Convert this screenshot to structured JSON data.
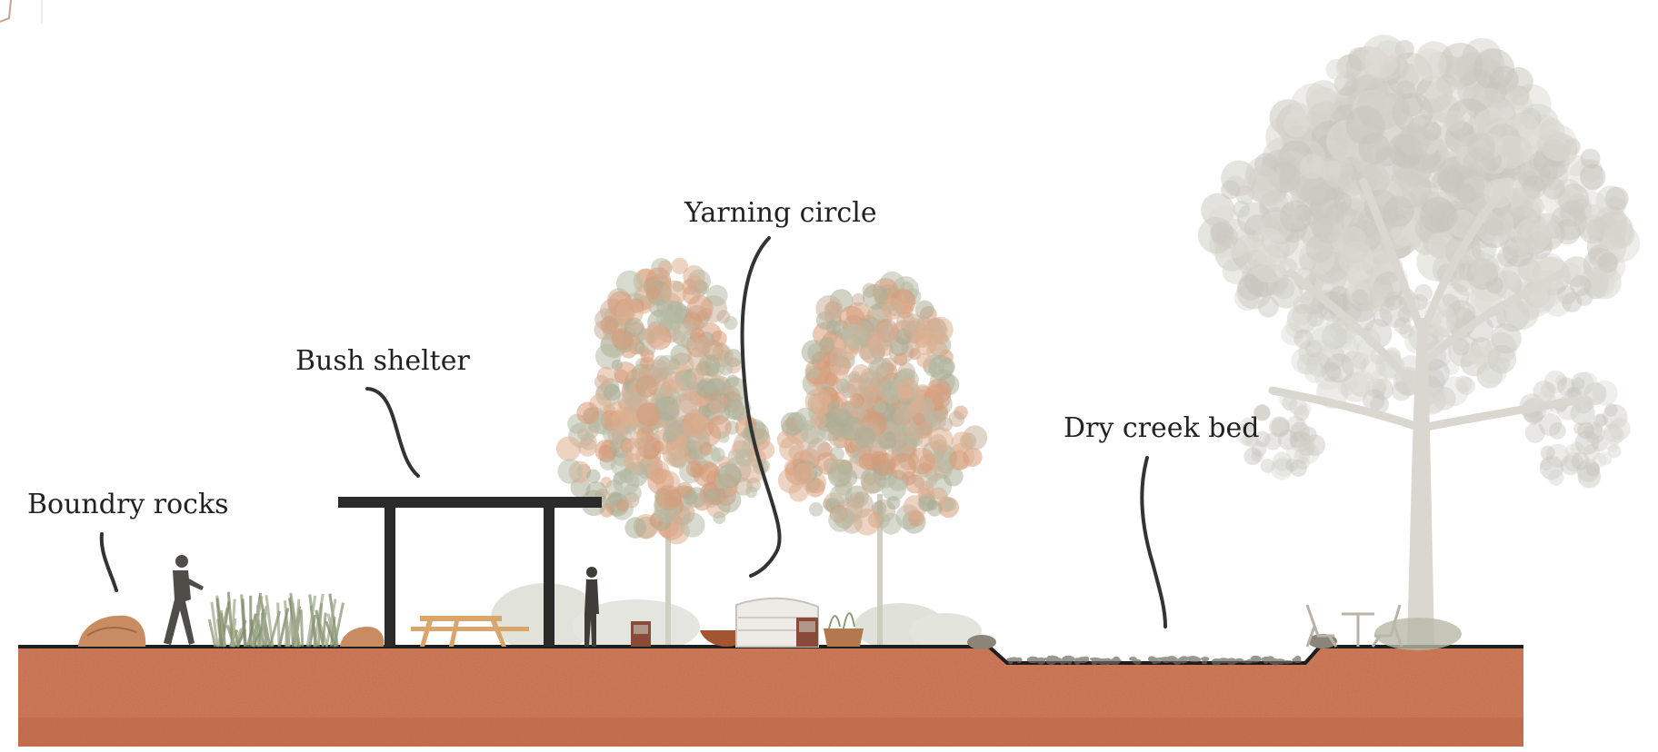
{
  "labels": {
    "boundary_rocks": "Boundry rocks",
    "bush_shelter": "Bush shelter",
    "yarning_circle": "Yarning circle",
    "dry_creek_bed": "Dry creek bed"
  },
  "colors": {
    "soil": "#c96f4c",
    "soil_dark": "#b85f3f",
    "ground_line": "#1e1e1e",
    "shelter": "#2a2a2a",
    "gum_tree": "#c8c6bd",
    "foliage_orange": "#d79a78",
    "foliage_green": "#b7bba6",
    "leader": "#333333"
  }
}
